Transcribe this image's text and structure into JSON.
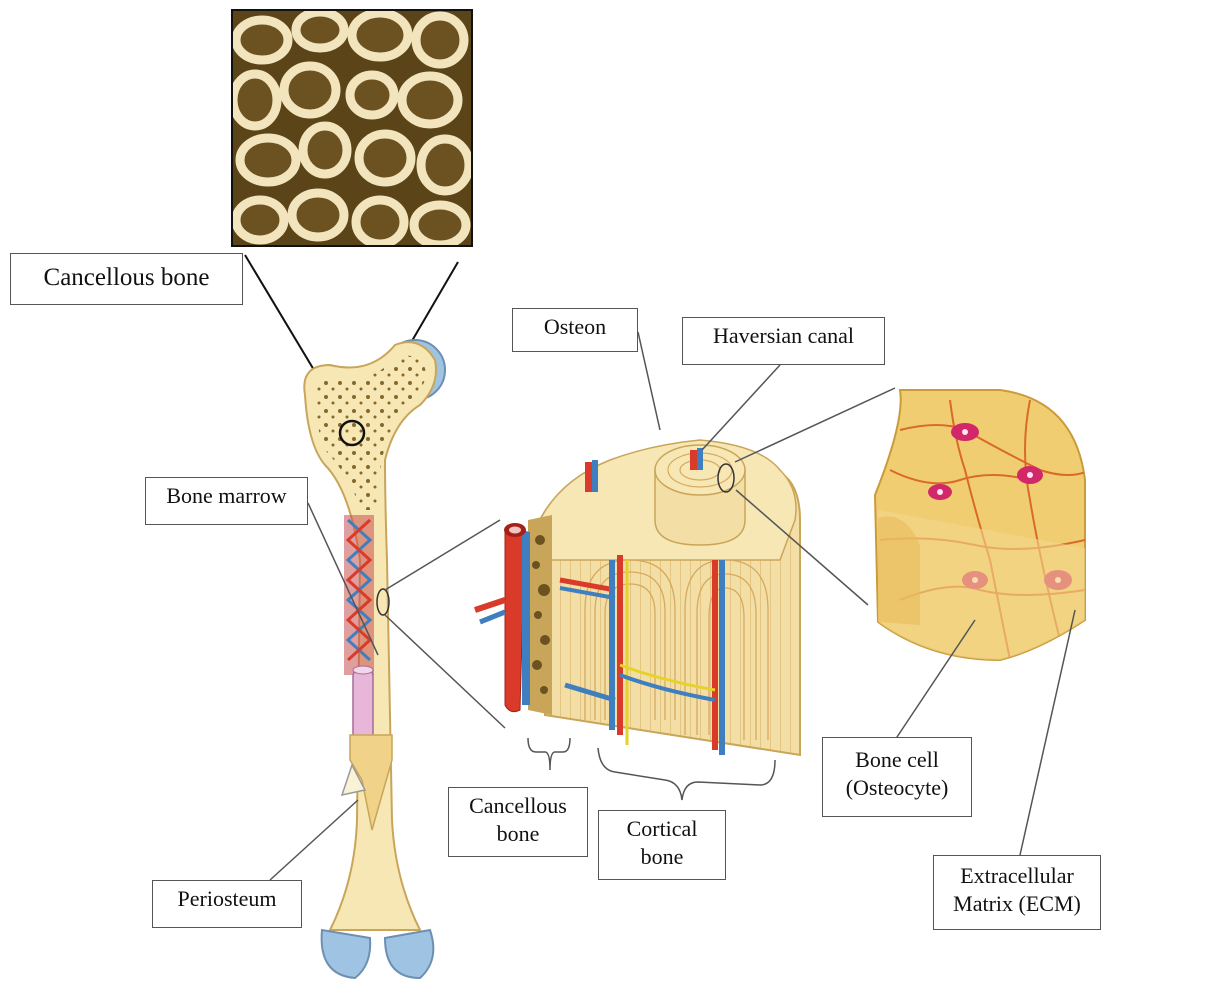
{
  "labels": {
    "cancellous_bone_top": "Cancellous  bone",
    "osteon": "Osteon",
    "haversian_canal": "Haversian canal",
    "bone_marrow": "Bone marrow",
    "cancellous_bone_line1": "Cancellous",
    "cancellous_bone_line2": "bone",
    "cortical_bone_line1": "Cortical",
    "cortical_bone_line2": "bone",
    "bone_cell_line1": "Bone cell",
    "bone_cell_line2": "(Osteocyte)",
    "ecm_line1": "Extracellular",
    "ecm_line2": "Matrix (ECM)",
    "periosteum": "Periosteum"
  },
  "colors": {
    "bone": "#f6e7b4",
    "bone_dark": "#8a6a2a",
    "cartilage": "#9fc4e3",
    "artery": "#d93a2a",
    "vein": "#3f7fbf",
    "nerve": "#e6d22a",
    "cell": "#d2286a",
    "matrix": "#f1cd72",
    "marrow_pink": "#e7b6d9",
    "spongy_bg": "#5a4418",
    "spongy_bone": "#f2e4bd"
  }
}
